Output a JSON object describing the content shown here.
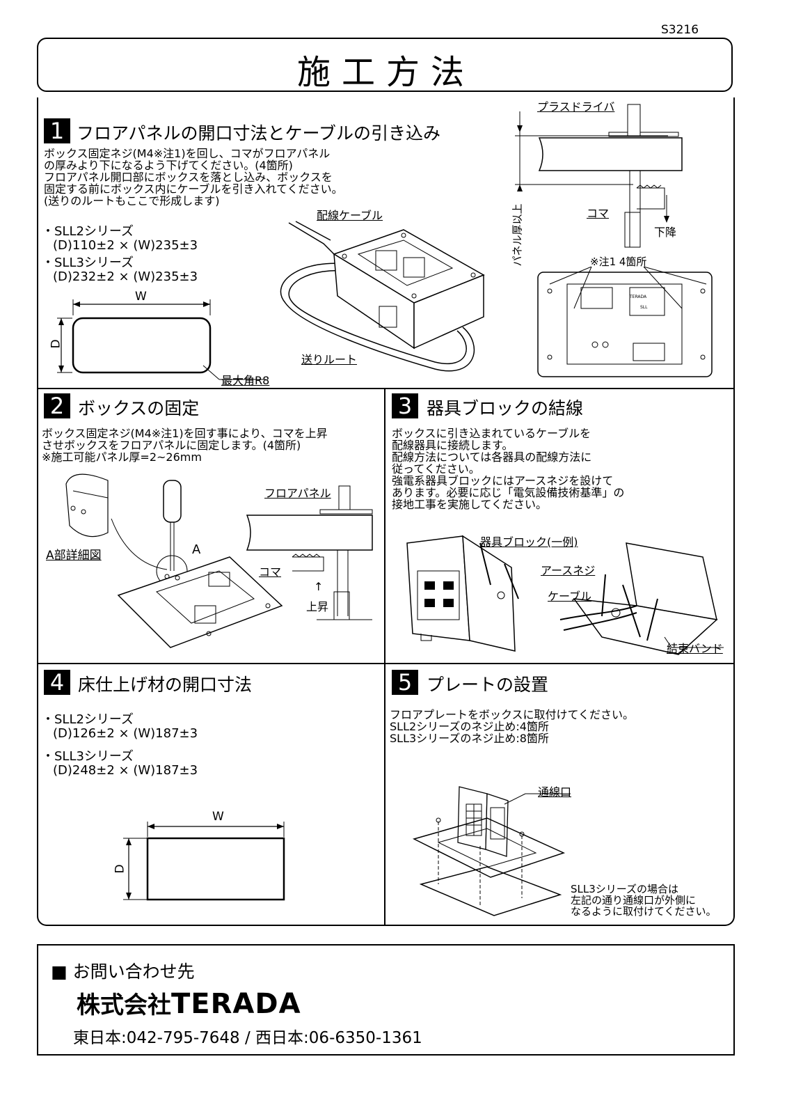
{
  "doc_code": "S3216",
  "title": "施工方法",
  "s1": {
    "num": "1",
    "title": "フロアパネルの開口寸法とケーブルの引き込み",
    "lines": [
      "ボックス固定ネジ(M4※注1)を回し、コマがフロアパネル",
      "の厚みより下になるよう下げてください。(4箇所)",
      "フロアパネル開口部にボックスを落とし込み、ボックスを",
      "固定する前にボックス内にケーブルを引き入れてください。",
      "(送りのルートもここで形成します)"
    ],
    "sll2_title": "・SLL2シリーズ",
    "sll2_dims": "(D)110±2 × (W)235±3",
    "sll3_title": "・SLL3シリーズ",
    "sll3_dims": "(D)232±2 × (W)235±3",
    "label_w": "W",
    "label_d": "D",
    "label_r": "最大角R8",
    "label_cable": "配線ケーブル",
    "label_route": "送りルート",
    "label_driver": "プラスドライバ",
    "label_koma": "コマ",
    "label_down": "下降",
    "label_thick": "パネル厚以上",
    "label_note": "※注1 4箇所",
    "brand_small": "TERADA",
    "sll_small": "SLL"
  },
  "s2": {
    "num": "2",
    "title": "ボックスの固定",
    "lines": [
      "ボックス固定ネジ(M4※注1)を回す事により、コマを上昇",
      "させボックスをフロアパネルに固定します。(4箇所)",
      "※施工可能パネル厚=2~26mm"
    ],
    "label_detail": "A部詳細図",
    "label_a": "A",
    "label_panel": "フロアパネル",
    "label_koma": "コマ",
    "label_up_arrow": "↑",
    "label_up": "上昇"
  },
  "s3": {
    "num": "3",
    "title": "器具ブロックの結線",
    "lines": [
      "ボックスに引き込まれているケーブルを",
      "配線器具に接続します。",
      "配線方法については各器具の配線方法に",
      "従ってください。",
      "強電系器具ブロックにはアースネジを設けて",
      "あります。必要に応じ「電気設備技術基準」の",
      "接地工事を実施してください。"
    ],
    "label_block": "器具ブロック(一例)",
    "label_earth": "アースネジ",
    "label_cable": "ケーブル",
    "label_band": "結束バンド"
  },
  "s4": {
    "num": "4",
    "title": "床仕上げ材の開口寸法",
    "sll2_title": "・SLL2シリーズ",
    "sll2_dims": "(D)126±2 × (W)187±3",
    "sll3_title": "・SLL3シリーズ",
    "sll3_dims": "(D)248±2 × (W)187±3",
    "label_w": "W",
    "label_d": "D"
  },
  "s5": {
    "num": "5",
    "title": "プレートの設置",
    "lines": [
      "フロアプレートをボックスに取付けてください。",
      "SLL2シリーズのネジ止め:4箇所",
      "SLL3シリーズのネジ止め:8箇所"
    ],
    "label_port": "通線口",
    "note_lines": [
      "SLL3シリーズの場合は",
      "左記の通り通線口が外側に",
      "なるように取付けてください。"
    ]
  },
  "contact": {
    "heading": "■ お問い合わせ先",
    "company_jp": "株式会社",
    "company_en": "TERADA",
    "phones": "東日本:042-795-7648 / 西日本:06-6350-1361"
  }
}
